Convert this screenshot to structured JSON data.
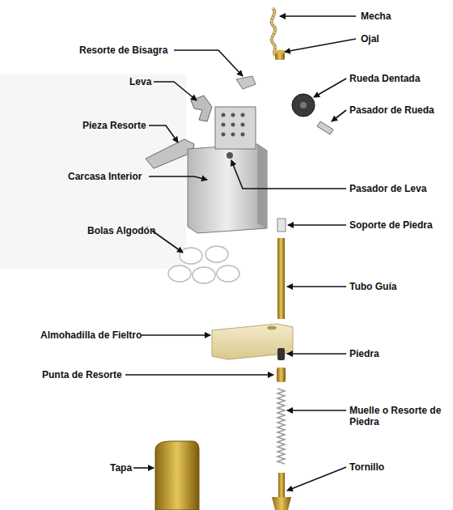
{
  "diagram": {
    "labels": [
      "Mecha",
      "Resorte de Bisagra",
      "Ojal",
      "Leva",
      "Rueda Dentada",
      "Pieza Resorte",
      "Pasador de Rueda",
      "Carcasa Interior",
      "Pasador de Leva",
      "Bolas Algodón",
      "Soporte de Piedra",
      "Tubo Guía",
      "Almohadilla de Fieltro",
      "Piedra",
      "Punta de Resorte",
      "Muelle o Resorte de Piedra",
      "Tapa",
      "Tornillo"
    ]
  }
}
